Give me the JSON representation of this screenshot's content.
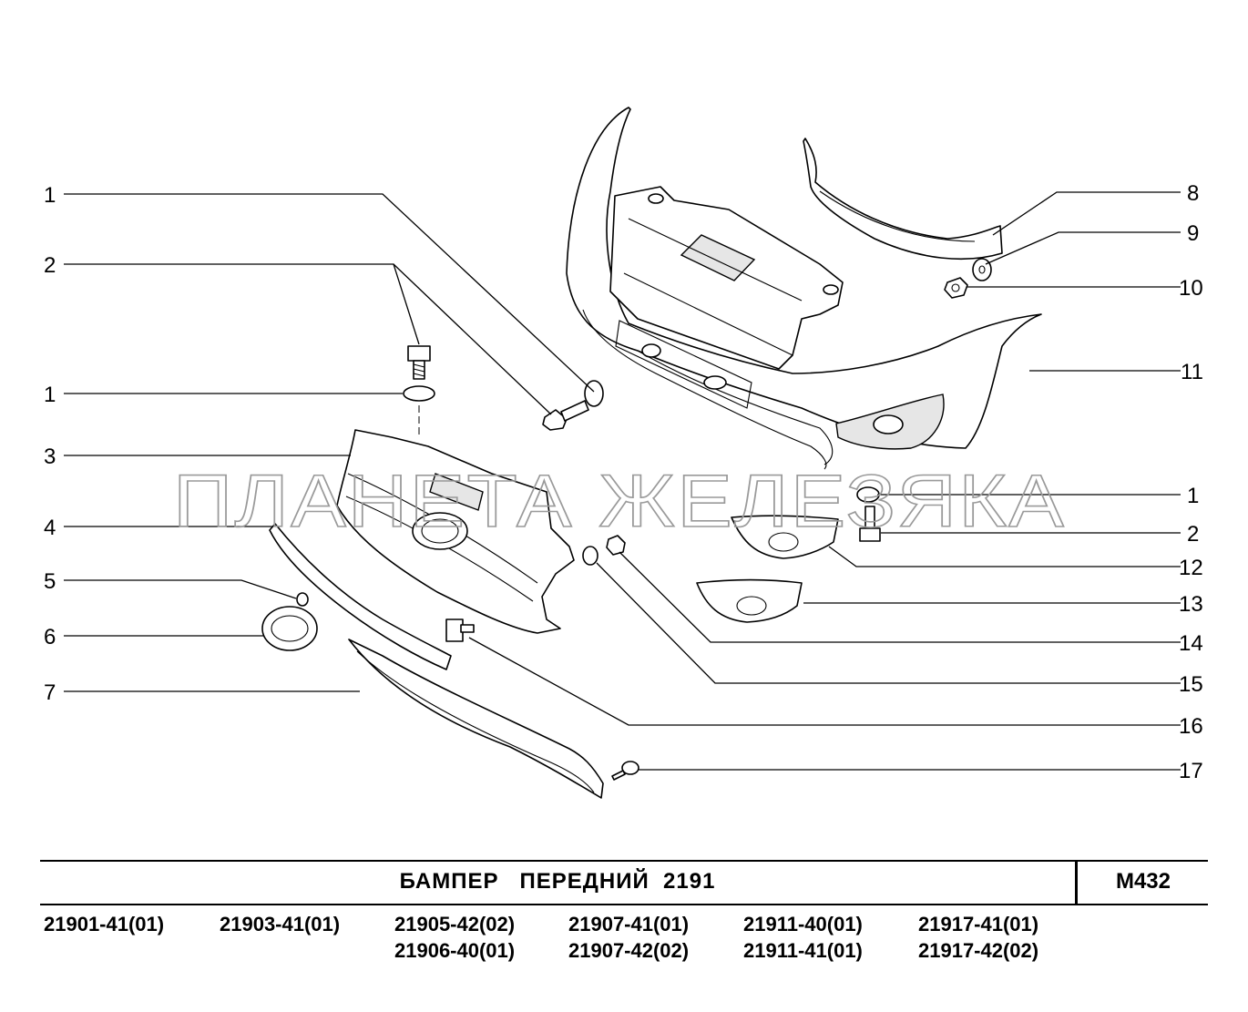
{
  "watermark": "ПЛАНЕТА ЖЕЛЕЗЯКА",
  "callouts_left": [
    "1",
    "2",
    "1",
    "3",
    "4",
    "5",
    "6",
    "7"
  ],
  "callouts_right": [
    "8",
    "9",
    "10",
    "11",
    "1",
    "2",
    "12",
    "13",
    "14",
    "15",
    "16",
    "17"
  ],
  "title": "БАМПЕР   ПЕРЕДНИЙ  2191",
  "sheet_code": "M432",
  "models": [
    [
      "21901-41(01)"
    ],
    [
      "21903-41(01)"
    ],
    [
      "21905-42(02)",
      "21906-40(01)"
    ],
    [
      "21907-41(01)",
      "21907-42(02)"
    ],
    [
      "21911-40(01)",
      "21911-41(01)"
    ],
    [
      "21917-41(01)",
      "21917-42(02)"
    ]
  ]
}
